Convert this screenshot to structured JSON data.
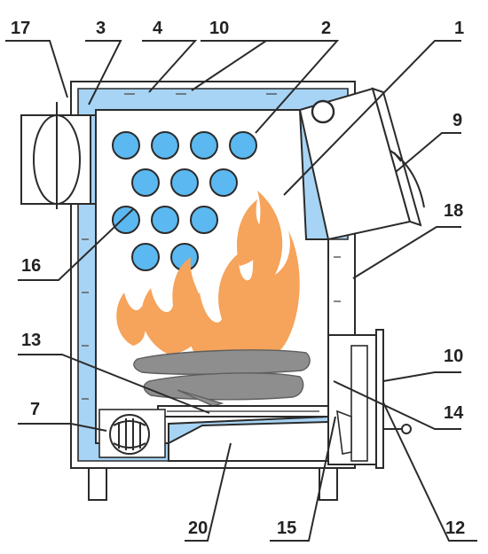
{
  "diagram": {
    "colors": {
      "water": "#a7d4f4",
      "tube": "#5bb8f0",
      "flame": "#f6a35b",
      "log": "#8e8e8e",
      "wall": "#f2f2f2",
      "line": "#2b2b2b"
    },
    "labels": {
      "l17": "17",
      "l3": "3",
      "l4": "4",
      "l10a": "10",
      "l2": "2",
      "l1": "1",
      "l9": "9",
      "l18": "18",
      "l16": "16",
      "l13": "13",
      "l10b": "10",
      "l7": "7",
      "l14": "14",
      "l20": "20",
      "l15": "15",
      "l12": "12"
    }
  }
}
